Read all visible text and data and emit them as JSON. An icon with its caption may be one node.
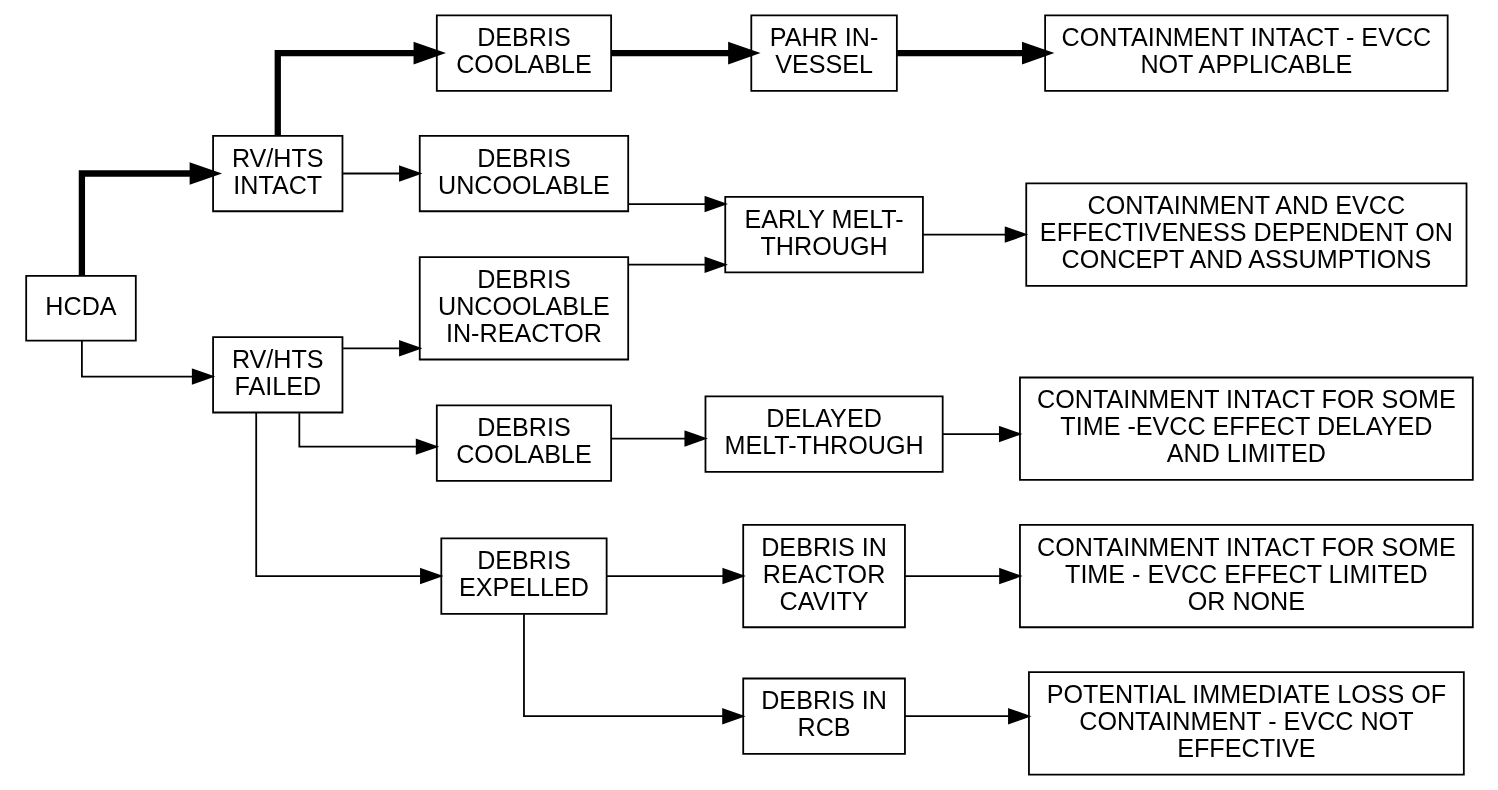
{
  "diagram": {
    "nodes": [
      {
        "text": [
          "HCDA"
        ]
      },
      {
        "text": [
          "RV/HTS INTACT"
        ]
      },
      {
        "text": [
          "RV/HTS FAILED"
        ]
      },
      {
        "text": [
          "DEBRIS COOLABLE"
        ]
      },
      {
        "text": [
          "DEBRIS UNCOOLABLE"
        ]
      },
      {
        "text": [
          "DEBRIS COOLABLE"
        ]
      },
      {
        "text": [
          "DEBRIS UNCOOLABLE IN-REACTOR"
        ]
      },
      {
        "text": [
          "DEBRIS EXPELLED"
        ]
      },
      {
        "text": [
          "PAHR IN-VESSEL"
        ]
      },
      {
        "text": [
          "DELAYED MELT-THROUGH"
        ]
      },
      {
        "text": [
          "EARLY MELT-THROUGH"
        ]
      },
      {
        "text": [
          "DEBRIS IN REACTOR CAVITY"
        ]
      },
      {
        "text": [
          "DEBRIS IN RCB"
        ]
      },
      {
        "text": [
          "CONTAINMENT INTACT - EVCC NOT APPLICABLE"
        ]
      },
      {
        "text": [
          "CONTAINMENT INTACT FOR SOME TIME -EVCC EFFECT DELAYED AND LIMITED"
        ]
      },
      {
        "text": [
          "CONTAINMENT AND EVCC EFFECTIVENESS DEPENDENT ON CONCEPT AND ASSUMPTIONS"
        ]
      },
      {
        "text": [
          "CONTAINMENT INTACT FOR SOME TIME - EVCC EFFECT LIMITED OR NONE"
        ]
      },
      {
        "text": [
          "POTENTIAL IMMEDIATE LOSS OF CONTAINMENT - EVCC NOT EFFECTIVE"
        ]
      }
    ],
    "edges": [
      {
        "from": 0,
        "to": 1,
        "arrow": "to",
        "style": "thick"
      },
      {
        "from": 0,
        "to": 2,
        "arrow": "to"
      },
      {
        "from": 1,
        "to": 3,
        "arrow": "to",
        "style": "thick"
      },
      {
        "from": 1,
        "to": 4,
        "arrow": "to"
      },
      {
        "from": 2,
        "to": 5,
        "arrow": "to"
      },
      {
        "from": 2,
        "to": 6,
        "arrow": "to"
      },
      {
        "from": 2,
        "to": 7,
        "arrow": "to"
      },
      {
        "from": 3,
        "to": 8,
        "arrow": "to",
        "style": "thick"
      },
      {
        "from": 4,
        "to": 10,
        "arrow": "to"
      },
      {
        "from": 5,
        "to": 9,
        "arrow": "to"
      },
      {
        "from": 6,
        "to": 10,
        "arrow": "to"
      },
      {
        "from": 7,
        "to": 11,
        "arrow": "to"
      },
      {
        "from": 7,
        "to": 12,
        "arrow": "to"
      },
      {
        "from": 8,
        "to": 13,
        "arrow": "to",
        "style": "thick"
      },
      {
        "from": 9,
        "to": 14,
        "arrow": "to"
      },
      {
        "from": 10,
        "to": 15,
        "arrow": "to"
      },
      {
        "from": 11,
        "to": 16,
        "arrow": "to"
      },
      {
        "from": 12,
        "to": 17,
        "arrow": "to"
      }
    ]
  }
}
